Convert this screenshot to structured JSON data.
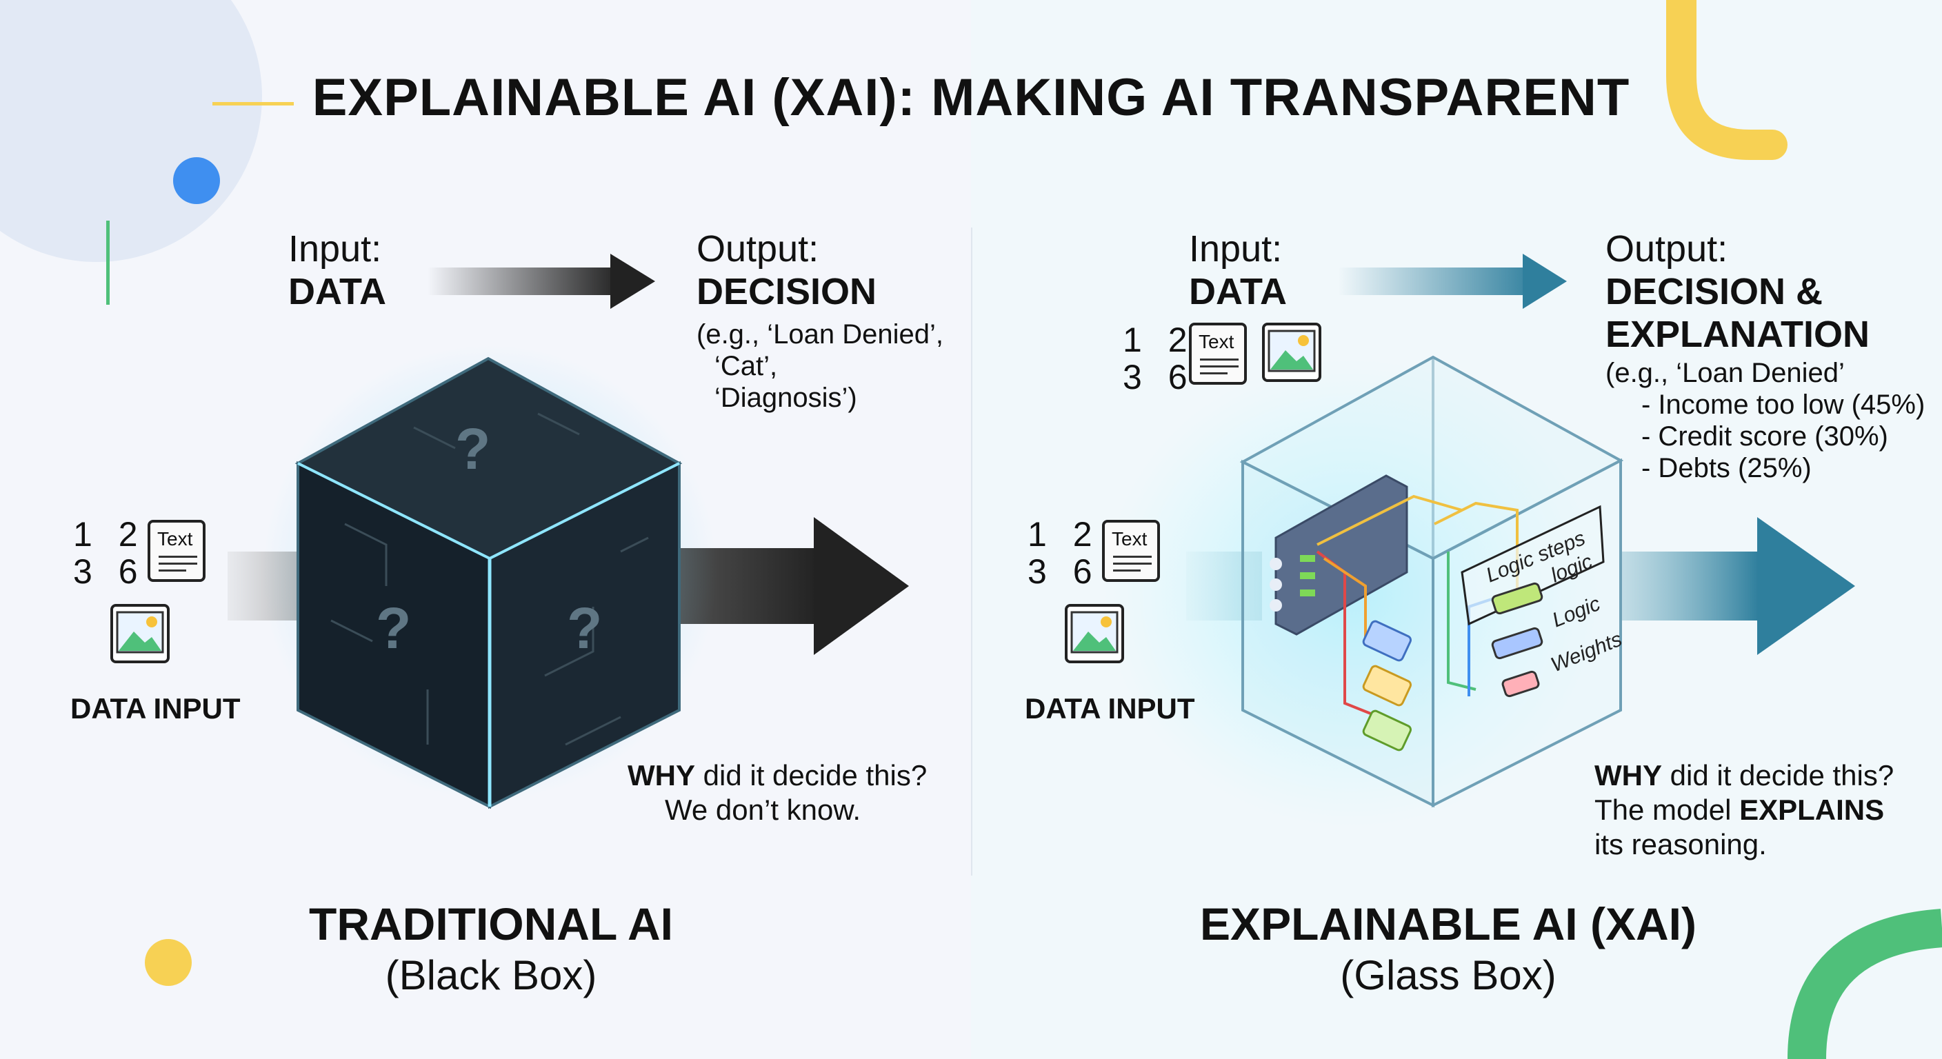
{
  "title": "EXPLAINABLE AI (XAI): MAKING AI TRANSPARENT",
  "left": {
    "input_label": "Input:",
    "input_value": "DATA",
    "output_label": "Output:",
    "output_value": "DECISION",
    "output_examples": [
      "(e.g., ‘Loan Denied’,",
      "‘Cat’,",
      "‘Diagnosis’)"
    ],
    "numbers": [
      "1 2",
      "3 6"
    ],
    "text_icon_label": "Text",
    "data_input_label": "DATA INPUT",
    "question_bold": "WHY",
    "question_rest": " did it decide this?",
    "answer": "We don’t know.",
    "heading": "TRADITIONAL AI",
    "subheading": "(Black Box)",
    "question_marks": [
      "?",
      "?",
      "?"
    ]
  },
  "right": {
    "input_label": "Input:",
    "input_value": "DATA",
    "output_label": "Output:",
    "output_value_line1": "DECISION &",
    "output_value_line2": "EXPLANATION",
    "output_example": "(e.g., ‘Loan Denied’",
    "factors": [
      "- Income too low (45%)",
      "- Credit score (30%)",
      "- Debts (25%)"
    ],
    "numbers": [
      "1 2",
      "3 6"
    ],
    "text_icon_label": "Text",
    "data_input_label": "DATA INPUT",
    "glass_labels": [
      "Logic steps",
      "logic",
      "Logic",
      "Weights"
    ],
    "question_bold": "WHY",
    "question_rest": " did it decide this?",
    "answer_pre": "The model ",
    "answer_bold": "EXPLAINS",
    "answer_line2": "its reasoning.",
    "heading": "EXPLAINABLE AI (XAI)",
    "subheading": "(Glass Box)"
  },
  "colors": {
    "accent_blue": "#3f8ff0",
    "accent_yellow": "#f7d154",
    "accent_green": "#4fc07a",
    "black_box": "#1b2530",
    "glass_arrow": "#2f7f9d"
  }
}
